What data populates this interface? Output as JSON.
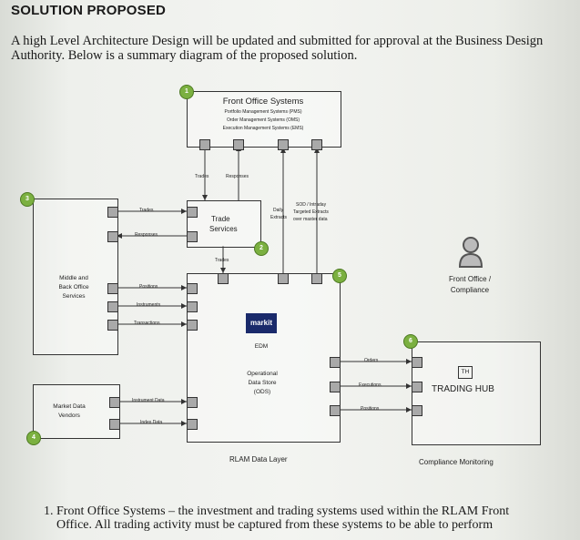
{
  "heading": "SOLUTION PROPOSED",
  "intro": "A high Level Architecture Design will be updated and submitted for approval at the Business Design Authority.  Below is a summary diagram of the proposed solution.",
  "markers": [
    "1",
    "2",
    "3",
    "4",
    "5",
    "6"
  ],
  "front_office": {
    "title": "Front Office Systems",
    "lines": [
      "Portfolio Management Systems (PMS)",
      "Order Management Systems (OMS)",
      "Execution Management Systems (EMS)"
    ]
  },
  "trade_services": {
    "line1": "Trade",
    "line2": "Services"
  },
  "middle_back": {
    "line1": "Middle and",
    "line2": "Back Office",
    "line3": "Services"
  },
  "market_data": {
    "line1": "Market Data",
    "line2": "Vendors"
  },
  "front_office_compliance": {
    "line1": "Front Office /",
    "line2": "Compliance"
  },
  "markit": "markit",
  "edm": "EDM",
  "ods": {
    "line1": "Operational",
    "line2": "Data Store",
    "line3": "(ODS)"
  },
  "trading_hub": {
    "logo": "TH",
    "label": "TRADING HUB"
  },
  "rlam_label": "RLAM Data Layer",
  "compliance_label": "Compliance Monitoring",
  "flows": {
    "trades": "Trades",
    "responses": "Responses",
    "daily": "Daily",
    "extracts": "Extracts",
    "sod": "SOD / Intraday",
    "targeted": "Targeted Extracts",
    "over_master": "over master data",
    "positions": "Positions",
    "instruments": "Instruments",
    "transactions": "Transactions",
    "instrument_data": "Instrument Data",
    "index_data": "Index Data",
    "orders": "Orders",
    "executions": "Executions"
  },
  "footnote": {
    "number": "1.",
    "line1": "Front Office Systems – the investment and trading systems used within the RLAM Front",
    "line2": "Office. All trading activity must be captured from these systems to be able to perform"
  }
}
